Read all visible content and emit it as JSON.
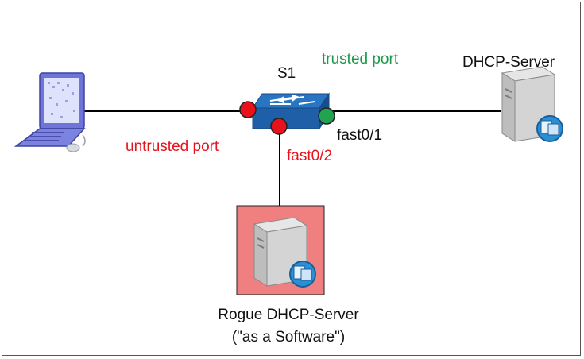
{
  "labels": {
    "switch_name": "S1",
    "trusted_port": "trusted port",
    "untrusted_port": "untrusted port",
    "port_fast01": "fast0/1",
    "port_fast02": "fast0/2",
    "dhcp_server": "DHCP-Server",
    "rogue_server_line1": "Rogue DHCP-Server",
    "rogue_server_line2": "(\"as a Software\")"
  },
  "colors": {
    "untrusted": "#e8121c",
    "trusted": "#1a9a4a",
    "switch": "#1e5fa8",
    "rogue_highlight": "#f08080"
  },
  "icons": {
    "client": "laptop-icon",
    "switch": "network-switch-icon",
    "server": "server-icon",
    "rogue_server": "server-icon"
  }
}
